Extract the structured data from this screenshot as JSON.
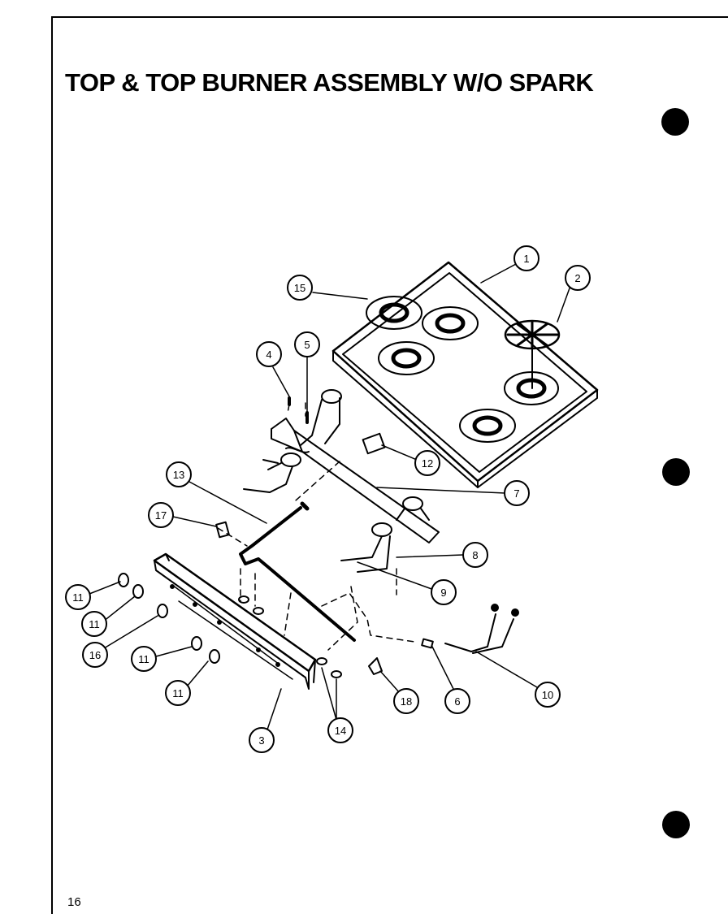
{
  "page": {
    "title": "TOP & TOP BURNER ASSEMBLY W/O SPARK",
    "page_number": "16"
  },
  "callouts": {
    "c1": "1",
    "c2": "2",
    "c3": "3",
    "c4": "4",
    "c5": "5",
    "c6": "6",
    "c7": "7",
    "c8": "8",
    "c9": "9",
    "c10": "10",
    "c11a": "11",
    "c11b": "11",
    "c11c": "11",
    "c11d": "11",
    "c12": "12",
    "c13": "13",
    "c14": "14",
    "c15": "15",
    "c16": "16",
    "c17": "17",
    "c18": "18"
  }
}
